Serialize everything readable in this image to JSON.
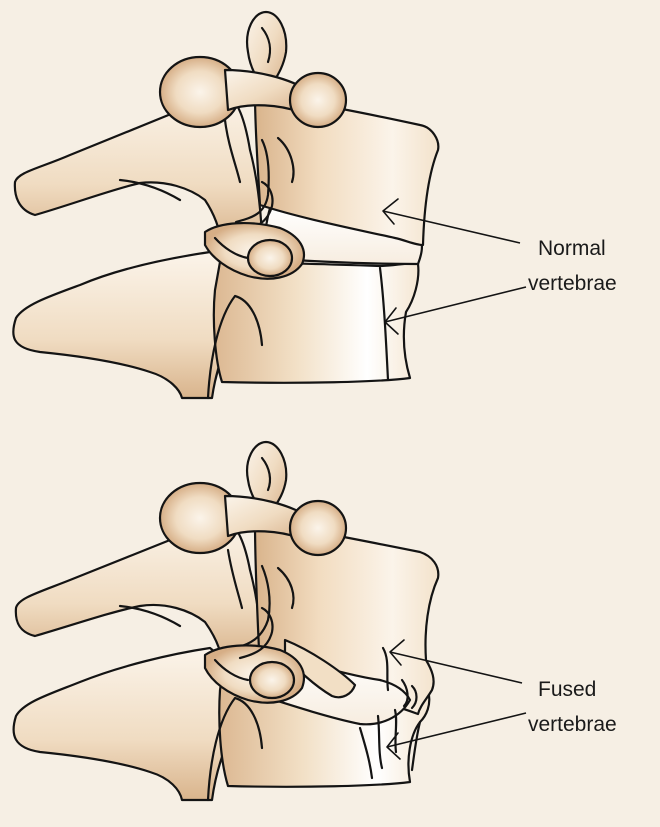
{
  "figure": {
    "colors": {
      "background": "#f6efe4",
      "bone_light": "#fbf4ea",
      "bone_mid": "#efd9bd",
      "bone_shadow": "#d9b48c",
      "outline": "#141414"
    },
    "normal": {
      "label_line1": "Normal",
      "label_line2": "vertebrae"
    },
    "fused": {
      "label_line1": "Fused",
      "label_line2": "vertebrae"
    }
  }
}
